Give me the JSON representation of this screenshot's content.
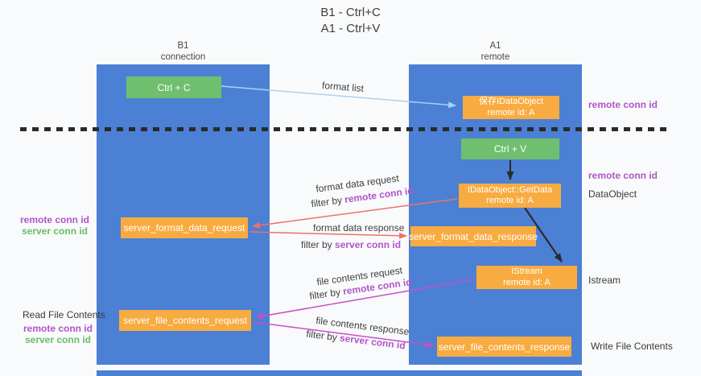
{
  "title": {
    "line1": "B1 - Ctrl+C",
    "line2": "A1 - Ctrl+V"
  },
  "lanes": {
    "left": {
      "name": "B1",
      "role": "connection"
    },
    "right": {
      "name": "A1",
      "role": "remote"
    }
  },
  "nodes": {
    "ctrl_c": {
      "label": "Ctrl + C"
    },
    "save_dataobject": {
      "line1": "保存IDataObject",
      "line2": "remote id: A"
    },
    "ctrl_v": {
      "label": "Ctrl + V"
    },
    "getdata": {
      "line1": "IDataObject::GetData",
      "line2": "remote id: A"
    },
    "format_request": {
      "label": "server_format_data_request"
    },
    "format_response": {
      "label": "server_format_data_response"
    },
    "istream": {
      "line1": "IStream",
      "line2": "remote id: A"
    },
    "file_request": {
      "label": "server_file_contents_request"
    },
    "file_response": {
      "label": "server_file_contents_response"
    }
  },
  "edge_labels": {
    "format_list": "format list",
    "format_data_request": "format data request",
    "format_data_response": "format data response",
    "file_contents_request": "file contents request",
    "file_contents_response": "file contents response",
    "filter_by": "filter by ",
    "remote_conn_id": "remote conn id",
    "server_conn_id": "server conn id"
  },
  "side_labels": {
    "right_remote_conn_id_top": "remote conn id",
    "right_remote_conn_id_mid": "remote conn id",
    "dataobject": "DataObject",
    "istream": "Istream",
    "write_file_contents": "Write File Contents",
    "left_remote_conn_id_top": "remote conn id",
    "left_server_conn_id_top": "server conn id",
    "read_file_contents": "Read File Contents",
    "left_remote_conn_id_bottom": "remote conn id",
    "left_server_conn_id_bottom": "server conn id"
  },
  "colors": {
    "lane_blue": "#4b80d5",
    "box_green": "#6fbf6f",
    "box_orange": "#f8ab40",
    "arrow_black": "#2b2b2b",
    "arrow_red": "#ee7168",
    "arrow_magenta": "#c74ec7",
    "arrow_lightblue": "#a9d3f1",
    "label_purple": "#b155c9",
    "label_green": "#67bd67"
  }
}
